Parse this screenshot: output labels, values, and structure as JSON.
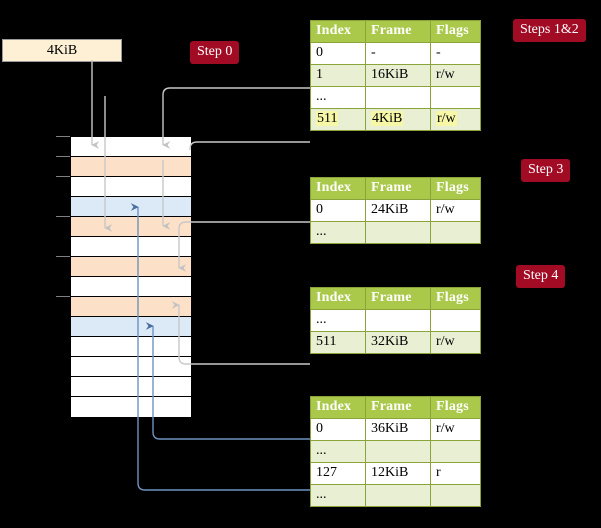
{
  "diagram": {
    "title": "multi-level-page-table-walk",
    "source_box": {
      "label": "4KiB"
    },
    "colors": {
      "badge_bg": "#a10b24",
      "table_header_bg": "#aac94a",
      "table_alt_row_bg": "#e9efd2",
      "highlight_bg": "#f7f7a8",
      "source_box_bg": "#fdf0d5",
      "mem_orange": "#fde0c8",
      "mem_blue": "#dce9f7",
      "wire_gray": "#c8c8c8",
      "wire_blue": "#6e93c0"
    },
    "badges": [
      {
        "name": "step-0",
        "label": "Step 0"
      },
      {
        "name": "steps-1-2",
        "label": "Steps 1&2"
      },
      {
        "name": "step-3",
        "label": "Step 3"
      },
      {
        "name": "step-4",
        "label": "Step 4"
      }
    ],
    "columns": [
      "Index",
      "Frame",
      "Flags"
    ],
    "tables": [
      {
        "name": "page-table-level-0",
        "rows": [
          {
            "style": "plain",
            "index": "0",
            "frame": "-",
            "flags": "-",
            "hl": false
          },
          {
            "style": "alt",
            "index": "1",
            "frame": "16KiB",
            "flags": "r/w",
            "hl": false
          },
          {
            "style": "plain",
            "index": "...",
            "frame": "",
            "flags": "",
            "hl": false
          },
          {
            "style": "alt",
            "index": "511",
            "frame": "4KiB",
            "flags": "r/w",
            "hl": true
          }
        ]
      },
      {
        "name": "page-table-level-1",
        "rows": [
          {
            "style": "plain",
            "index": "0",
            "frame": "24KiB",
            "flags": "r/w",
            "hl": false
          },
          {
            "style": "alt",
            "index": "...",
            "frame": "",
            "flags": "",
            "hl": false
          }
        ]
      },
      {
        "name": "page-table-level-2",
        "rows": [
          {
            "style": "plain",
            "index": "...",
            "frame": "",
            "flags": "",
            "hl": false
          },
          {
            "style": "alt",
            "index": "511",
            "frame": "32KiB",
            "flags": "r/w",
            "hl": false
          }
        ]
      },
      {
        "name": "page-table-level-3",
        "rows": [
          {
            "style": "plain",
            "index": "0",
            "frame": "36KiB",
            "flags": "r/w",
            "hl": false
          },
          {
            "style": "alt",
            "index": "...",
            "frame": "",
            "flags": "",
            "hl": false
          },
          {
            "style": "plain",
            "index": "127",
            "frame": "12KiB",
            "flags": "r",
            "hl": false
          },
          {
            "style": "alt",
            "index": "...",
            "frame": "",
            "flags": "",
            "hl": false
          }
        ]
      }
    ],
    "memory_column": {
      "name": "physical-memory-column",
      "rows": [
        {
          "fill": "#ffffff"
        },
        {
          "fill": "#fde0c8"
        },
        {
          "fill": "#ffffff"
        },
        {
          "fill": "#dce9f7"
        },
        {
          "fill": "#fde0c8"
        },
        {
          "fill": "#ffffff"
        },
        {
          "fill": "#fde0c8"
        },
        {
          "fill": "#ffffff"
        },
        {
          "fill": "#fde0c8"
        },
        {
          "fill": "#dce9f7"
        },
        {
          "fill": "#ffffff"
        },
        {
          "fill": "#ffffff"
        },
        {
          "fill": "#ffffff"
        },
        {
          "fill": "#ffffff"
        }
      ]
    }
  }
}
